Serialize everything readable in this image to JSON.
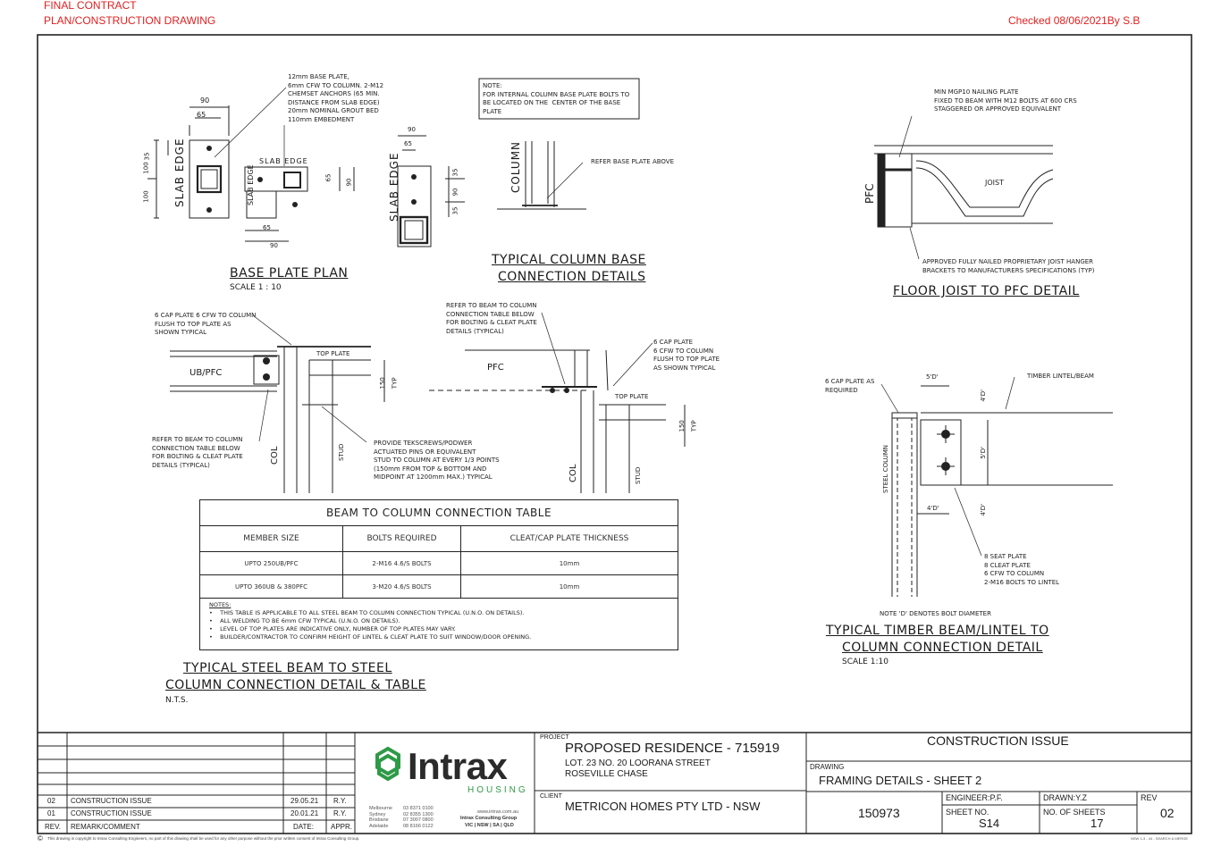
{
  "header": {
    "status_line1": "FINAL CONTRACT",
    "status_line2": "PLAN/CONSTRUCTION DRAWING",
    "checked": "Checked 08/06/2021By S.B"
  },
  "base_plate": {
    "note": "12mm BASE PLATE,\n6mm CFW TO COLUMN. 2-M12\nCHEMSET ANCHORS (65 MIN.\nDISTANCE FROM SLAB EDGE)\n20mm NOMINAL GROUT BED\n110mm EMBEDMENT",
    "slab_edge": "SLAB EDGE",
    "dim_90": "90",
    "dim_65": "65",
    "dim_35": "35",
    "dim_100": "100",
    "title": "BASE PLATE PLAN",
    "scale": "SCALE 1 : 10"
  },
  "column_base": {
    "note": "NOTE:\nFOR INTERNAL COLUMN BASE PLATE BOLTS TO\nBE LOCATED ON THE  CENTER OF THE BASE\nPLATE",
    "column_label": "COLUMN",
    "refer": "REFER BASE PLATE ABOVE",
    "title_line1": "TYPICAL COLUMN BASE",
    "title_line2": "CONNECTION DETAILS"
  },
  "floor_joist": {
    "note_top": "MIN MGP10 NAILING PLATE\nFIXED TO BEAM WITH M12 BOLTS AT 600 CRS\nSTAGGERED OR APPROVED EQUIVALENT",
    "pfc": "PFC",
    "joist": "JOIST",
    "note_bottom": "APPROVED FULLY NAILED PROPRIETARY JOIST HANGER\nBRACKETS TO MANUFACTURERS SPECIFICATIONS (TYP)",
    "title": "FLOOR JOIST TO PFC DETAIL"
  },
  "steel_beam": {
    "note_cap": "6 CAP PLATE 6 CFW TO COLUMN\nFLUSH TO TOP PLATE AS\nSHOWN TYPICAL",
    "ubpfc": "UB/PFC",
    "top_plate": "TOP PLATE",
    "dim_150": "150",
    "typ": "TYP",
    "note_refer": "REFER TO BEAM TO COLUMN\nCONNECTION TABLE BELOW\nFOR BOLTING & CLEAT PLATE\nDETAILS (TYPICAL)",
    "col": "COL",
    "stud": "STUD",
    "note_tek": "PROVIDE TEKSCREWS/PODWER\nACTUATED PINS OR EQUIVALENT\nSTUD TO COLUMN AT EVERY 1/3 POINTS\n(150mm FROM TOP & BOTTOM AND\nMIDPOINT AT 1200mm MAX.) TYPICAL",
    "pfc": "PFC",
    "note_cap2": "6 CAP PLATE\n6 CFW TO COLUMN\nFLUSH TO TOP PLATE\nAS SHOWN TYPICAL",
    "title_line1": "TYPICAL STEEL BEAM TO STEEL",
    "title_line2": "COLUMN CONNECTION DETAIL & TABLE",
    "scale": "N.T.S."
  },
  "conn_table": {
    "title": "BEAM TO COLUMN CONNECTION TABLE",
    "headers": [
      "MEMBER SIZE",
      "BOLTS REQUIRED",
      "CLEAT/CAP PLATE THICKNESS"
    ],
    "rows": [
      [
        "UPTO 250UB/PFC",
        "2-M16 4.6/S BOLTS",
        "10mm"
      ],
      [
        "UPTO 360UB & 380PFC",
        "3-M20 4.6/S BOLTS",
        "10mm"
      ]
    ],
    "notes_label": "NOTES:",
    "notes": [
      "THIS TABLE IS APPLICABLE TO ALL STEEL BEAM TO COLUMN  CONNECTION TYPICAL (U.N.O. ON DETAILS).",
      "ALL WELDING TO BE 6mm CFW TYPICAL (U.N.O. ON DETAILS).",
      "LEVEL OF TOP PLATES ARE INDICATIVE ONLY, NUMBER OF TOP PLATES MAY VARY.",
      "BUILDER/CONTRACTOR TO CONFIRM HEIGHT OF LINTEL & CLEAT PLATE TO SUIT WINDOW/DOOR OPENING."
    ]
  },
  "timber_beam": {
    "note_cap": "6 CAP PLATE AS\nREQUIRED",
    "timber": "TIMBER LINTEL/BEAM",
    "d5": "5'D'",
    "d4": "4'D'",
    "steel_column": "STEEL COLUMN",
    "note_seat": "8 SEAT PLATE\n8 CLEAT PLATE\n6 CFW TO COLUMN\n2-M16 BOLTS TO LINTEL",
    "note_d": "NOTE 'D' DENOTES BOLT DIAMETER",
    "title_line1": "TYPICAL TIMBER BEAM/LINTEL TO",
    "title_line2": "COLUMN CONNECTION DETAIL",
    "scale": "SCALE 1:10"
  },
  "title_block": {
    "revisions": [
      {
        "rev": "02",
        "comment": "CONSTRUCTION ISSUE",
        "date": "29.05.21",
        "appr": "R.Y."
      },
      {
        "rev": "01",
        "comment": "CONSTRUCTION ISSUE",
        "date": "20.01.21",
        "appr": "R.Y."
      }
    ],
    "rev_header": "REV.",
    "remark_header": "REMARK/COMMENT",
    "date_header": "DATE:",
    "appr_header": "APPR.",
    "logo_name": "Intrax",
    "logo_sub": "HOUSING",
    "offices": [
      "Melbourne",
      "Sydney",
      "Brisbane",
      "Adelaide"
    ],
    "phones": [
      "03 8371 0100",
      "02 8355 1300",
      "07 3007 0800",
      "08 8166 0122"
    ],
    "web": "www.intrax.com.au",
    "consulting": "Intrax Consulting Group",
    "states": "VIC | NSW | SA | QLD",
    "project_label": "PROJECT",
    "project_name": "PROPOSED RESIDENCE - 715919",
    "project_addr1": "LOT. 23 NO. 20 LOORANA STREET",
    "project_addr2": "ROSEVILLE CHASE",
    "client_label": "CLIENT",
    "client_name": "METRICON HOMES PTY LTD - NSW",
    "issue": "CONSTRUCTION ISSUE",
    "drawing_label": "DRAWING",
    "drawing_name": "FRAMING DETAILS - SHEET 2",
    "job_no": "150973",
    "engineer": "ENGINEER:P.F.",
    "drawn": "DRAWN:Y.Z",
    "rev_label": "REV",
    "sheet_no_label": "SHEET NO.",
    "sheet_no": "S14",
    "no_sheets_label": "NO. OF SHEETS",
    "no_sheets": "17",
    "rev_value": "02",
    "copyright": "This drawing is copyright to Intrax Consulting Engineers, no part of this drawing shall be used for any other purpose without the prior written consent of Intrax Consulting Group.",
    "copyright_symbol": "©",
    "file_ref": "NSW 1-3 - 44 - SEARCH & MERGE"
  },
  "colors": {
    "ink": "#222222",
    "red": "#e02020",
    "logo_green": "#2e9a47"
  }
}
